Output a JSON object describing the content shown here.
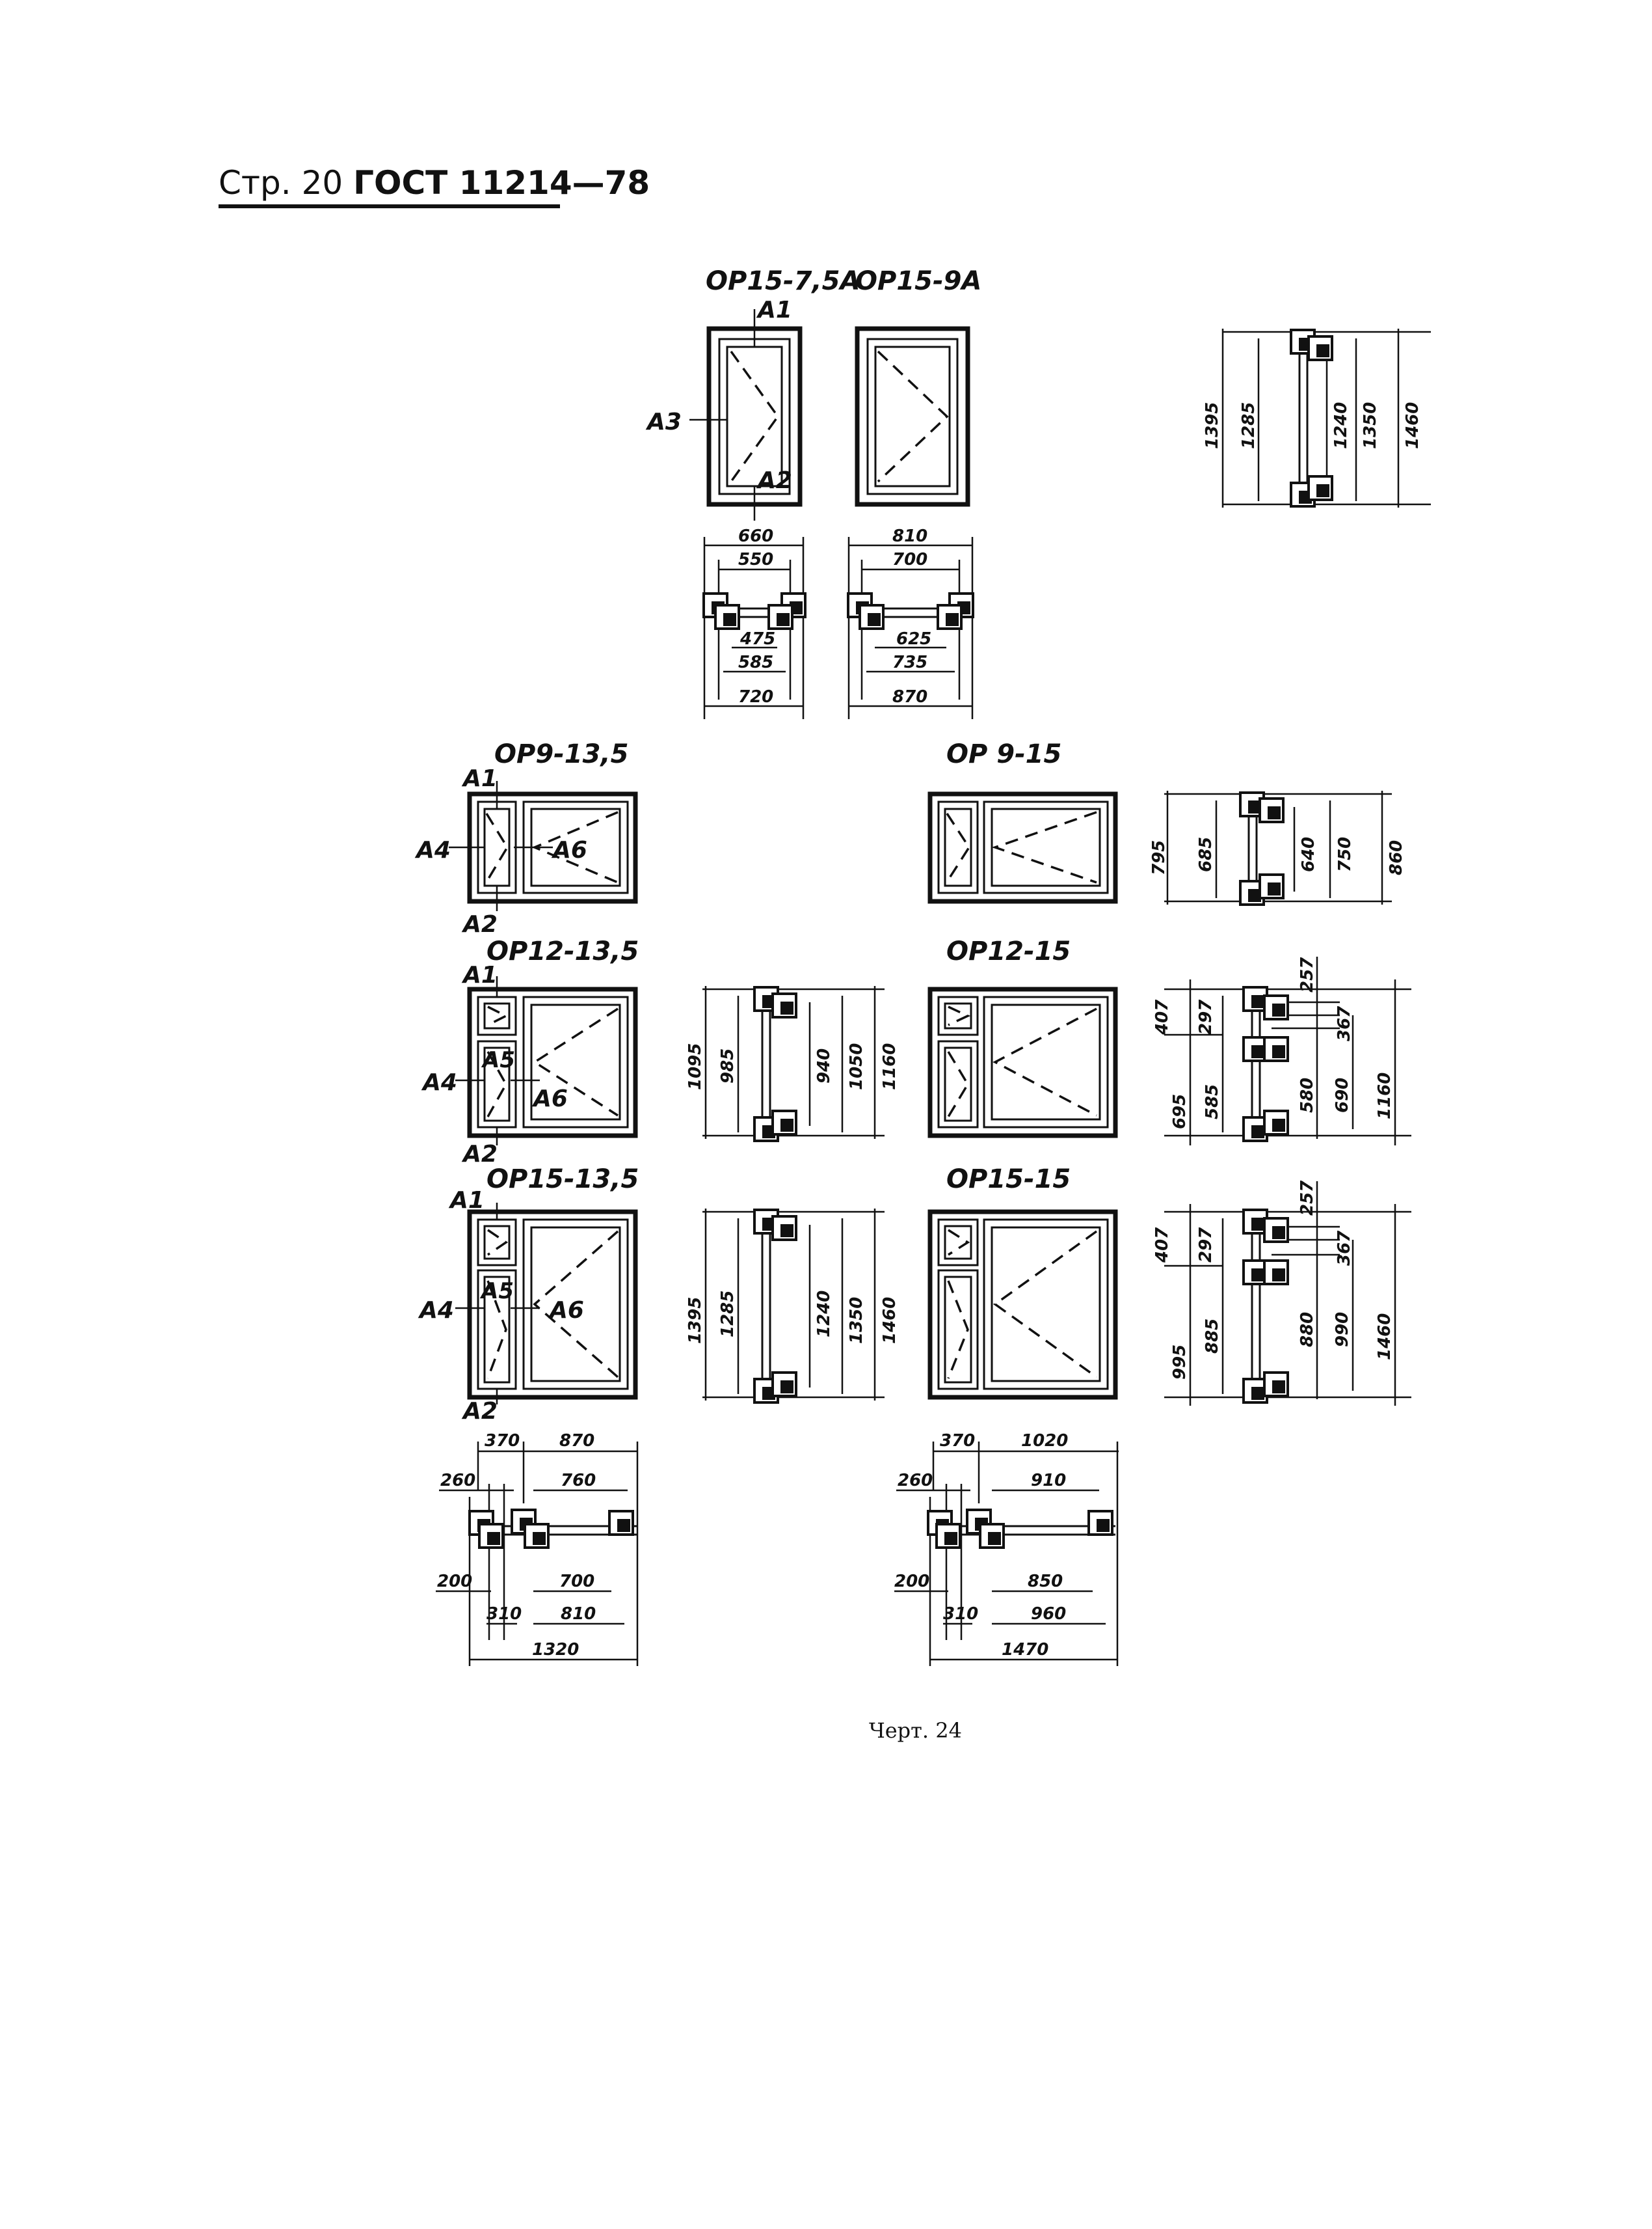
{
  "header": {
    "page": "Стр. 20",
    "standard": "ГОСТ 11214—78"
  },
  "caption": "Черт. 24",
  "elevations": {
    "op15_75a": {
      "title": "ОР15-7,5А"
    },
    "op15_9a": {
      "title": "ОР15-9А"
    },
    "op9_135": {
      "title": "ОР9-13,5"
    },
    "op9_15": {
      "title": "ОР 9-15"
    },
    "op12_135": {
      "title": "ОР12-13,5"
    },
    "op12_15": {
      "title": "ОР12-15"
    },
    "op15_135": {
      "title": "ОР15-13,5"
    },
    "op15_15": {
      "title": "ОР15-15"
    }
  },
  "section_markers": {
    "a1": "А1",
    "a2": "А2",
    "a3": "А3",
    "a4": "А4",
    "a5": "А5",
    "a6": "А6"
  },
  "dimensions": {
    "op15_75a_plan": {
      "top_outer": "660",
      "top_inner": "550",
      "bottom_inner": "475",
      "bottom_mid": "585",
      "bottom_outer": "720"
    },
    "op15_9a_plan": {
      "top_outer": "810",
      "top_inner": "700",
      "bottom_inner": "625",
      "bottom_mid": "735",
      "bottom_outer": "870"
    },
    "section_1460_top": {
      "d1": "1395",
      "d2": "1285",
      "d3": "1240",
      "d4": "1350",
      "d5": "1460"
    },
    "section_860": {
      "d1": "795",
      "d2": "685",
      "d3": "640",
      "d4": "750",
      "d5": "860"
    },
    "section_1160_mid": {
      "d1": "1095",
      "d2": "985",
      "d3": "940",
      "d4": "1050",
      "d5": "1160"
    },
    "section_1160_right": {
      "d1": "407",
      "d2": "297",
      "d3": "257",
      "d4": "367",
      "d5": "695",
      "d6": "585",
      "d7": "580",
      "d8": "690",
      "d9": "1160"
    },
    "section_1460_mid": {
      "d1": "1395",
      "d2": "1285",
      "d3": "1240",
      "d4": "1350",
      "d5": "1460"
    },
    "section_1460_right": {
      "d1": "407",
      "d2": "297",
      "d3": "257",
      "d4": "367",
      "d5": "995",
      "d6": "885",
      "d7": "880",
      "d8": "990",
      "d9": "1460"
    },
    "plan_1320": {
      "t1": "370",
      "t2": "870",
      "t3": "260",
      "t4": "760",
      "b1": "200",
      "b2": "700",
      "b3": "310",
      "b4": "810",
      "b5": "1320"
    },
    "plan_1470": {
      "t1": "370",
      "t2": "1020",
      "t3": "260",
      "t4": "910",
      "b1": "200",
      "b2": "850",
      "b3": "310",
      "b4": "960",
      "b5": "1470"
    }
  }
}
